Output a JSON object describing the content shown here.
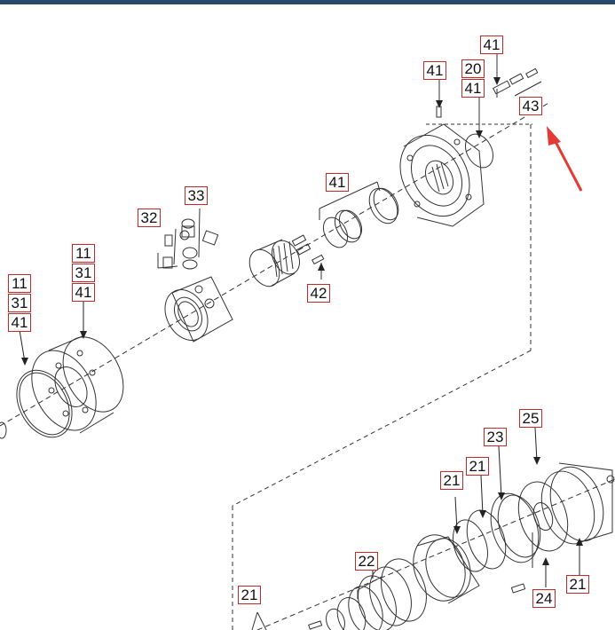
{
  "labels": {
    "l41_top_right": "41",
    "l41_top_left": "41",
    "l20": "20",
    "l41_top_mid": "41",
    "l43": "43",
    "l41_rings": "41",
    "l33": "33",
    "l32": "32",
    "l42": "42",
    "l11_a": "11",
    "l31_a": "31",
    "l41_a": "41",
    "l11_b": "11",
    "l31_b": "31",
    "l41_b": "41",
    "l25": "25",
    "l23": "23",
    "l21_a": "21",
    "l21_b": "21",
    "l22": "22",
    "l24": "24",
    "l21_c": "21",
    "l21_d": "21"
  },
  "colors": {
    "label_border": "#c62828",
    "arrow": "#e53935",
    "line": "#333333",
    "topbar": "#27496d"
  },
  "icons": {
    "pointer": "red-arrow-icon"
  }
}
